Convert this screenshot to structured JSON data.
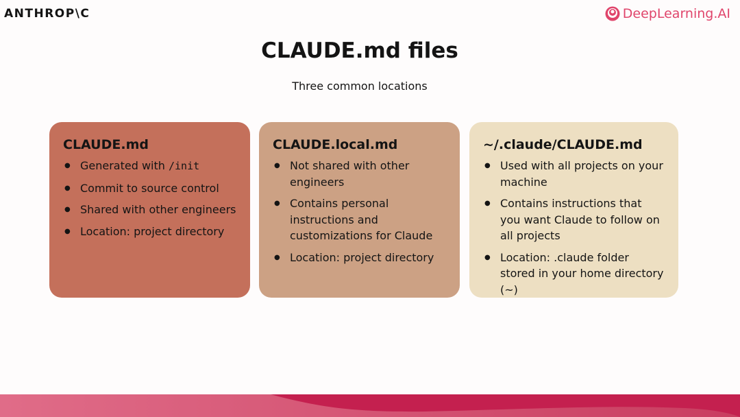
{
  "header": {
    "anthropic_logo": "ANTHROP\\C",
    "deeplearning_logo": "DeepLearning.AI"
  },
  "title": "CLAUDE.md files",
  "subtitle": "Three common locations",
  "colors": {
    "card1": "#c4705b",
    "card2": "#cca184",
    "card3": "#eddfc2",
    "accent": "#e0456b"
  },
  "cards": [
    {
      "title": "CLAUDE.md",
      "items": [
        {
          "text": "Generated with ",
          "code": "/init"
        },
        {
          "text": "Commit to source control"
        },
        {
          "text": "Shared with other engineers"
        },
        {
          "text": "Location: project directory"
        }
      ]
    },
    {
      "title": "CLAUDE.local.md",
      "items": [
        {
          "text": "Not shared with other engineers"
        },
        {
          "text": "Contains personal instructions and customizations for Claude"
        },
        {
          "text": "Location: project directory"
        }
      ]
    },
    {
      "title": "~/.claude/CLAUDE.md",
      "items": [
        {
          "text": "Used with all projects on your machine"
        },
        {
          "text": "Contains instructions that you want Claude to follow on all projects"
        },
        {
          "text": "Location: .claude folder stored in your home directory (~)"
        }
      ]
    }
  ]
}
